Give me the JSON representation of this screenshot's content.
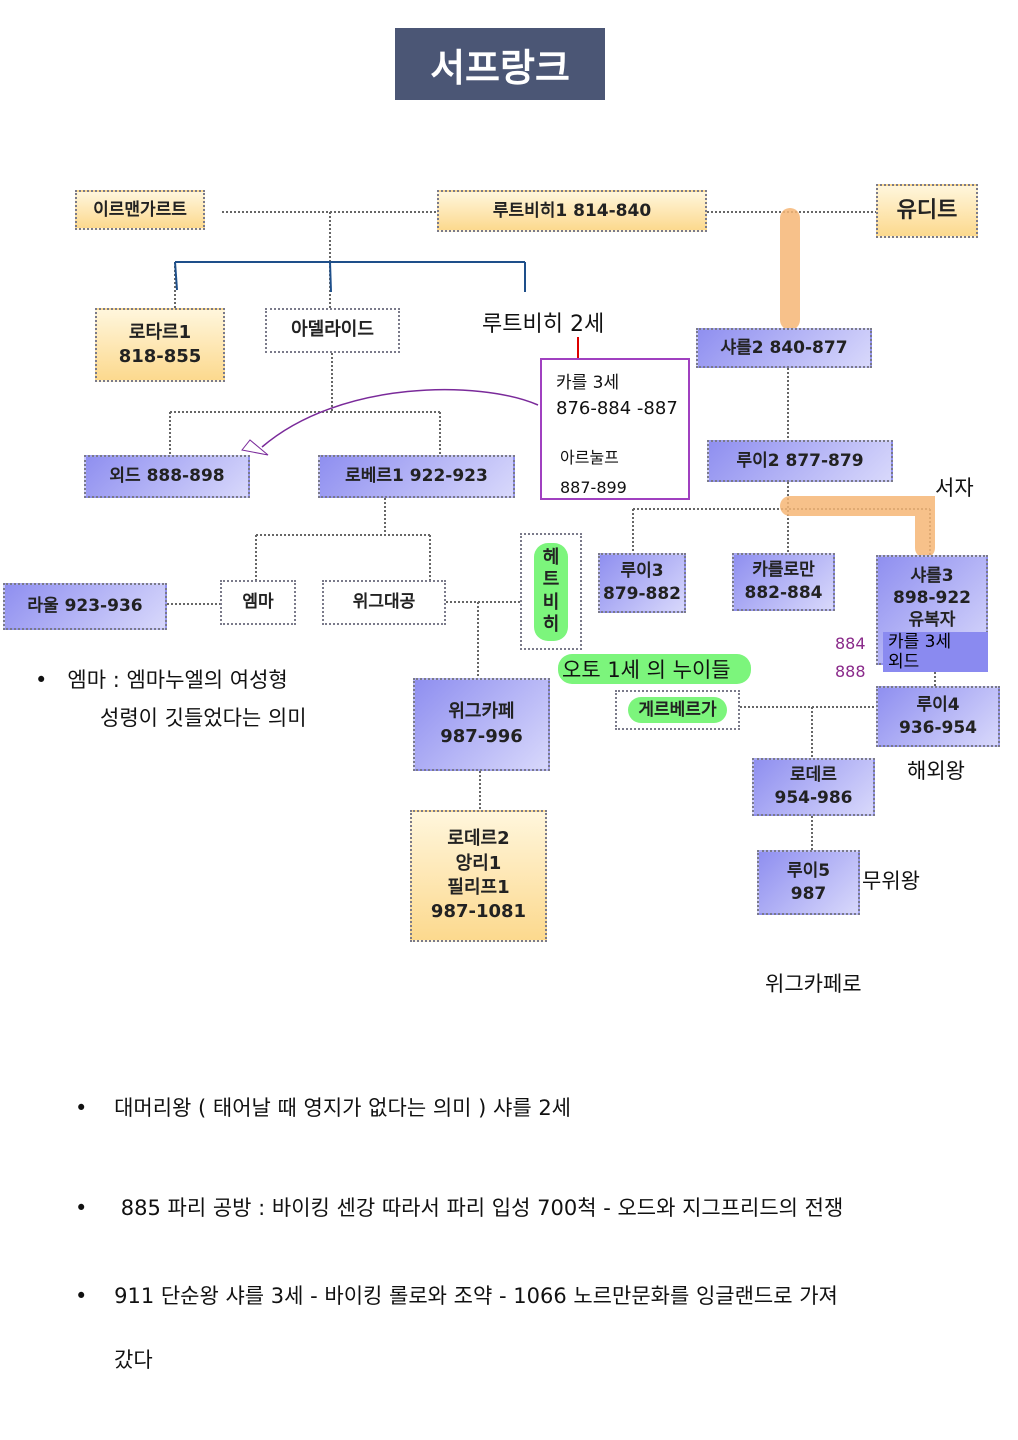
{
  "title": "서프랑크",
  "nodes": {
    "irmengard": "이르맨가르트",
    "louis1": "루트비히1  814-840",
    "judith": "유디트",
    "lothar1_name": "로타르1",
    "lothar1_years": "818-855",
    "adelaide": "아델라이드",
    "louis2_label": "루트비히 2세",
    "charles3_box": {
      "name": "카를 3세",
      "years": "876-884 -887",
      "arnulf": "아르눌프",
      "arnulf_years": "887-899"
    },
    "charles2": "샤를2  840-877",
    "louis2": "루이2 877-879",
    "illegitimate": "서자",
    "odo": "외드 888-898",
    "robert1": "로베르1  922-923",
    "hedwig": [
      "헤",
      "트",
      "비",
      "히"
    ],
    "louis3_name": "루이3",
    "louis3_years": "879-882",
    "carloman_name": "카를로만",
    "carloman_years": "882-884",
    "charles3_name": "샤를3",
    "charles3_years": "898-922",
    "charles3_epithet": "유복자",
    "overlay_charles": "카를 3세",
    "overlay_odo": "외드",
    "hand_884": "884",
    "hand_888": "888",
    "raoul": "라울 923-936",
    "emma": "엠마",
    "hugh_great": "위그대공",
    "otto_sisters": "오토 1세 의 누이들",
    "gerberga": "게르베르가",
    "hugh_capet_name": "위그카페",
    "hugh_capet_years": "987-996",
    "louis4_name": "루이4",
    "louis4_years": "936-954",
    "overseas": "해외왕",
    "lothair_name": "로데르",
    "lothair_years": "954-986",
    "robert2_lines": [
      "로데르2",
      "앙리1",
      "필리프1",
      "987-1081"
    ],
    "louis5_name": "루이5",
    "louis5_years": "987",
    "donothing": "무위왕",
    "to_capet": "위그카페로"
  },
  "emma_note": {
    "line1": "엠마 : 엠마누엘의 여성형",
    "line2": "성령이 깃들었다는 의미"
  },
  "bullets": [
    "대머리왕 ( 태어날 때 영지가 없다는 의미 ) 샤를 2세",
    "885 파리  공방 : 바이킹 센강 따라서 파리 입성 700척 -  오드와 지그프리드의 전쟁",
    "911 단순왕 샤를 3세 - 바이킹 롤로와 조약 - 1066 노르만문화를 잉글랜드로 가져",
    "갔다"
  ]
}
